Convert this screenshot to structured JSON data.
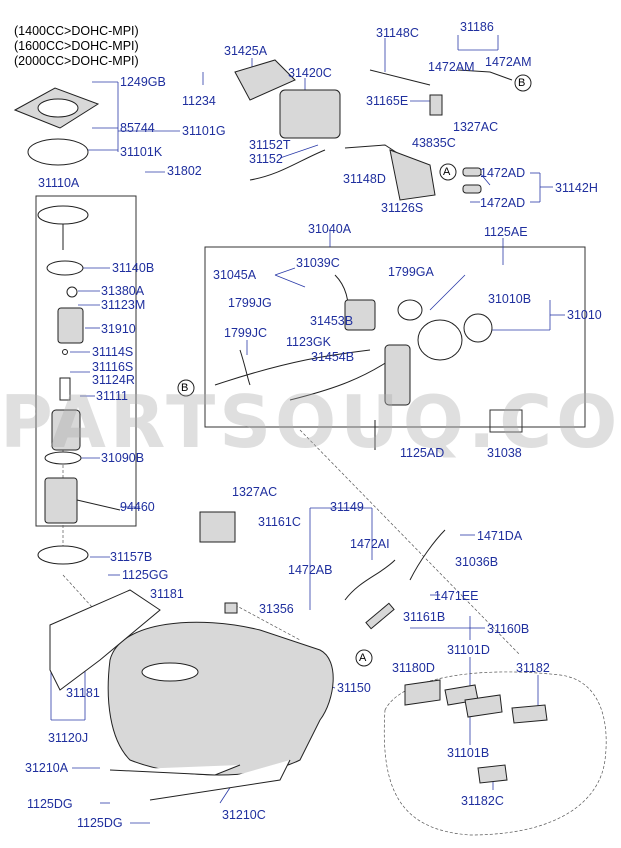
{
  "engine_notes": [
    "(1400CC>DOHC-MPI)",
    "(1600CC>DOHC-MPI)",
    "(2000CC>DOHC-MPI)"
  ],
  "watermark": "PARTSOUQ.COM",
  "callouts": {
    "A": "A",
    "B": "B"
  },
  "parts": {
    "p1249GB": "1249GB",
    "p85744": "85744",
    "p31101G": "31101G",
    "p31101K": "31101K",
    "p31802": "31802",
    "p31110A": "31110A",
    "p31140B": "31140B",
    "p31380A": "31380A",
    "p31123M": "31123M",
    "p31910": "31910",
    "p31114S": "31114S",
    "p31116S": "31116S",
    "p31124R": "31124R",
    "p31111": "31111",
    "p31090B": "31090B",
    "p94460": "94460",
    "p31157B": "31157B",
    "p1125GG": "1125GG",
    "p31181a": "31181",
    "p31181b": "31181",
    "p31120J": "31120J",
    "p31210A": "31210A",
    "p1125DGa": "1125DG",
    "p1125DGb": "1125DG",
    "p31210C": "31210C",
    "p31425A": "31425A",
    "p31420C": "31420C",
    "p11234": "11234",
    "p31152T": "31152T",
    "p31152": "31152",
    "p31148C": "31148C",
    "p31186": "31186",
    "p1472AMa": "1472AM",
    "p1472AMb": "1472AM",
    "p31165E": "31165E",
    "p1327ACa": "1327AC",
    "p43835C": "43835C",
    "p31148D": "31148D",
    "p31126S": "31126S",
    "p1472ADa": "1472AD",
    "p1472ADb": "1472AD",
    "p31142H": "31142H",
    "p31040A": "31040A",
    "p1125AE": "1125AE",
    "p31045A": "31045A",
    "p31039C": "31039C",
    "p1799GA": "1799GA",
    "p1799JG": "1799JG",
    "p31010B": "31010B",
    "p31010": "31010",
    "p31453B": "31453B",
    "p1799JC": "1799JC",
    "p1123GK": "1123GK",
    "p31454B": "31454B",
    "p1125AD": "1125AD",
    "p31038": "31038",
    "p1327ACb": "1327AC",
    "p31161C": "31161C",
    "p31149": "31149",
    "p1471DA": "1471DA",
    "p1472AI": "1472AI",
    "p1472AB": "1472AB",
    "p31036B": "31036B",
    "p1471EE": "1471EE",
    "p31356": "31356",
    "p31161B": "31161B",
    "p31160B": "31160B",
    "p31150": "31150",
    "p31180D": "31180D",
    "p31101D": "31101D",
    "p31182": "31182",
    "p31101B": "31101B",
    "p31182C": "31182C"
  }
}
